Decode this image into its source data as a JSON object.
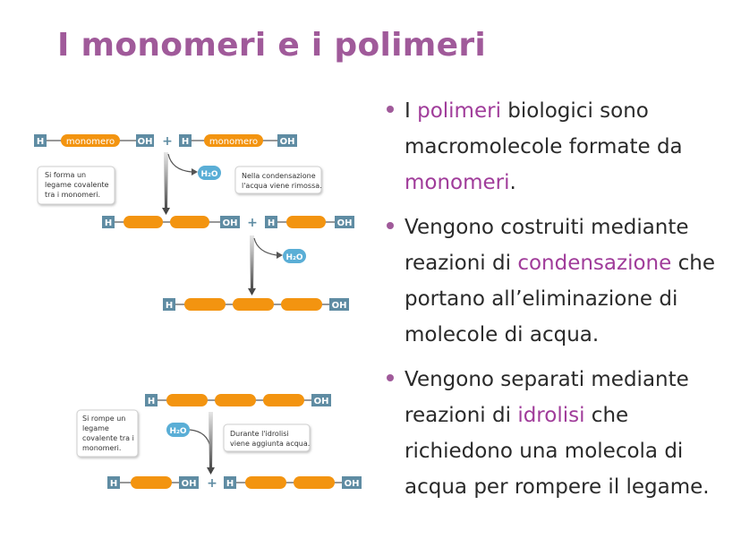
{
  "title": "I monomeri e i polimeri",
  "diagram": {
    "condensation": {
      "H": "H",
      "OH": "OH",
      "plus": "+",
      "monomer_label": "monomero",
      "water": "H₂O",
      "note_left": [
        "Si forma un",
        "legame covalente",
        "tra i monomeri."
      ],
      "note_right": [
        "Nella condensazione",
        "l'acqua viene rimossa."
      ]
    },
    "hydrolysis": {
      "H": "H",
      "OH": "OH",
      "plus": "+",
      "water": "H₂O",
      "note_left": [
        "Si rompe un",
        "legame",
        "covalente tra i",
        "monomeri."
      ],
      "note_right": [
        "Durante l'idrolisi",
        "viene aggiunta acqua."
      ]
    }
  },
  "bullets": {
    "b1": {
      "t1": "I ",
      "k1": "polimeri",
      "t2": " biologici sono macromolecole formate da ",
      "k2": "monomeri",
      "t3": "."
    },
    "b2": {
      "t1": "Vengono costruiti mediante reazioni di ",
      "k1": "condensazione",
      "t2": " che portano all’eliminazione di molecole di acqua."
    },
    "b3": {
      "t1": "Vengono separati mediante reazioni di ",
      "k1": "idrolisi",
      "t2": " che richiedono una molecola di acqua per rompere il legame."
    }
  },
  "colors": {
    "title": "#a05a9a",
    "highlight": "#a03c9a",
    "monomer": "#f39410",
    "end_box": "#5f8ca3",
    "water_bubble": "#5aaed6"
  }
}
